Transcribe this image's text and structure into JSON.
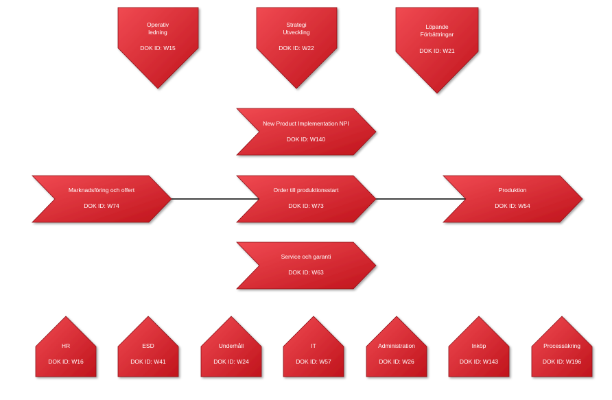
{
  "top_processes": [
    {
      "title_lines": [
        "Operativ",
        "ledning"
      ],
      "doc_id": "DOK ID: W15"
    },
    {
      "title_lines": [
        "Strategi",
        "Utveckling"
      ],
      "doc_id": "DOK ID: W22"
    },
    {
      "title_lines": [
        "Löpande",
        "Förbättringar"
      ],
      "doc_id": "DOK ID: W21"
    }
  ],
  "main_processes": {
    "npi": {
      "title": "New Product Implementation NPI",
      "doc_id": "DOK ID: W140"
    },
    "marketing": {
      "title": "Marknadsföring och offert",
      "doc_id": "DOK ID: W74"
    },
    "order": {
      "title": "Order till produktionsstart",
      "doc_id": "DOK ID: W73"
    },
    "production": {
      "title": "Produktion",
      "doc_id": "DOK ID: W54"
    },
    "service": {
      "title": "Service och garanti",
      "doc_id": "DOK ID: W63"
    }
  },
  "support_processes": [
    {
      "title": "HR",
      "doc_id": "DOK ID: W16"
    },
    {
      "title": "ESD",
      "doc_id": "DOK ID: W41"
    },
    {
      "title": "Underhåll",
      "doc_id": "DOK ID: W24"
    },
    {
      "title": "IT",
      "doc_id": "DOK ID: W57"
    },
    {
      "title": "Administration",
      "doc_id": "DOK ID: W26"
    },
    {
      "title": "Inköp",
      "doc_id": "DOK ID: W143"
    },
    {
      "title": "Processäkring",
      "doc_id": "DOK ID: W196"
    }
  ],
  "colors": {
    "fill_light": "#f04a52",
    "fill_dark": "#c0141c",
    "stroke": "#8a1016",
    "text": "#ffffff"
  }
}
